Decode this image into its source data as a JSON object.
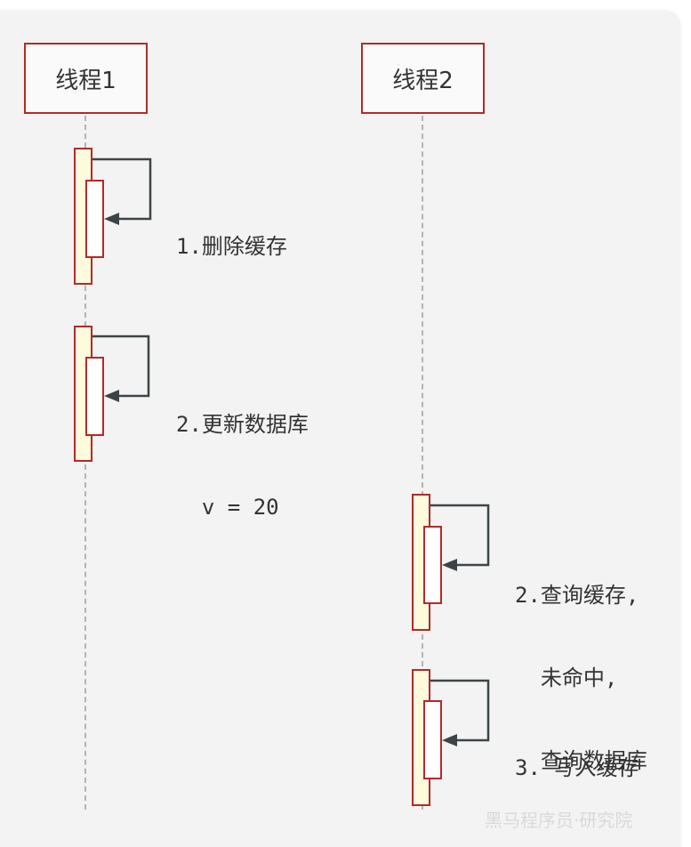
{
  "lanes": {
    "thread1": "线程1",
    "thread2": "线程2"
  },
  "messages": {
    "m1": [
      "1.删除缓存"
    ],
    "m2": [
      "2.更新数据库",
      "  v = 20"
    ],
    "m3": [
      "2.查询缓存,",
      "  未命中,",
      "  查询数据库"
    ],
    "m4": [
      "3. 写入缓存"
    ]
  },
  "watermark": "黑马程序员·研究院",
  "colors": {
    "lane_border": "#b22a2a",
    "activation_fill": "#fdfbdc",
    "arrow": "#3d4448",
    "lifeline": "#b3b3b3",
    "background": "#f3f3f3"
  }
}
